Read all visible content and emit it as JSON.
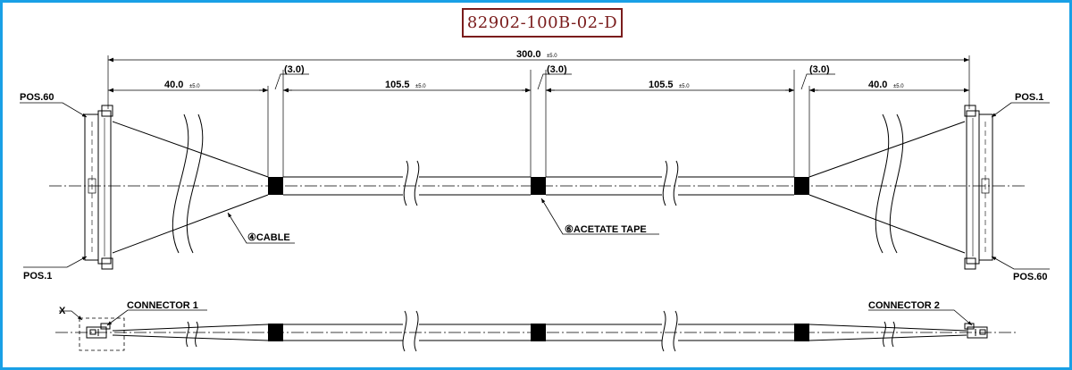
{
  "title": "82902-100B-02-D",
  "dimensions": {
    "overall": "300.0",
    "overall_tol": "±5.0",
    "left_end": "40.0",
    "left_end_tol": "±5.0",
    "mid_left": "105.5",
    "mid_left_tol": "±5.0",
    "mid_right": "105.5",
    "mid_right_tol": "±5.0",
    "right_end": "40.0",
    "right_end_tol": "±5.0",
    "tape_width_1": "(3.0)",
    "tape_width_2": "(3.0)",
    "tape_width_3": "(3.0)"
  },
  "labels": {
    "pos60_left": "POS.60",
    "pos1_left": "POS.1",
    "pos1_right": "POS.1",
    "pos60_right": "POS.60",
    "cable": "④CABLE",
    "acetate_tape": "⑥ACETATE TAPE",
    "connector1": "CONNECTOR 1",
    "connector2": "CONNECTOR 2",
    "detail_x": "X"
  },
  "colors": {
    "frame": "#19a0e6",
    "title": "#7a1c1c",
    "line": "#000000"
  }
}
